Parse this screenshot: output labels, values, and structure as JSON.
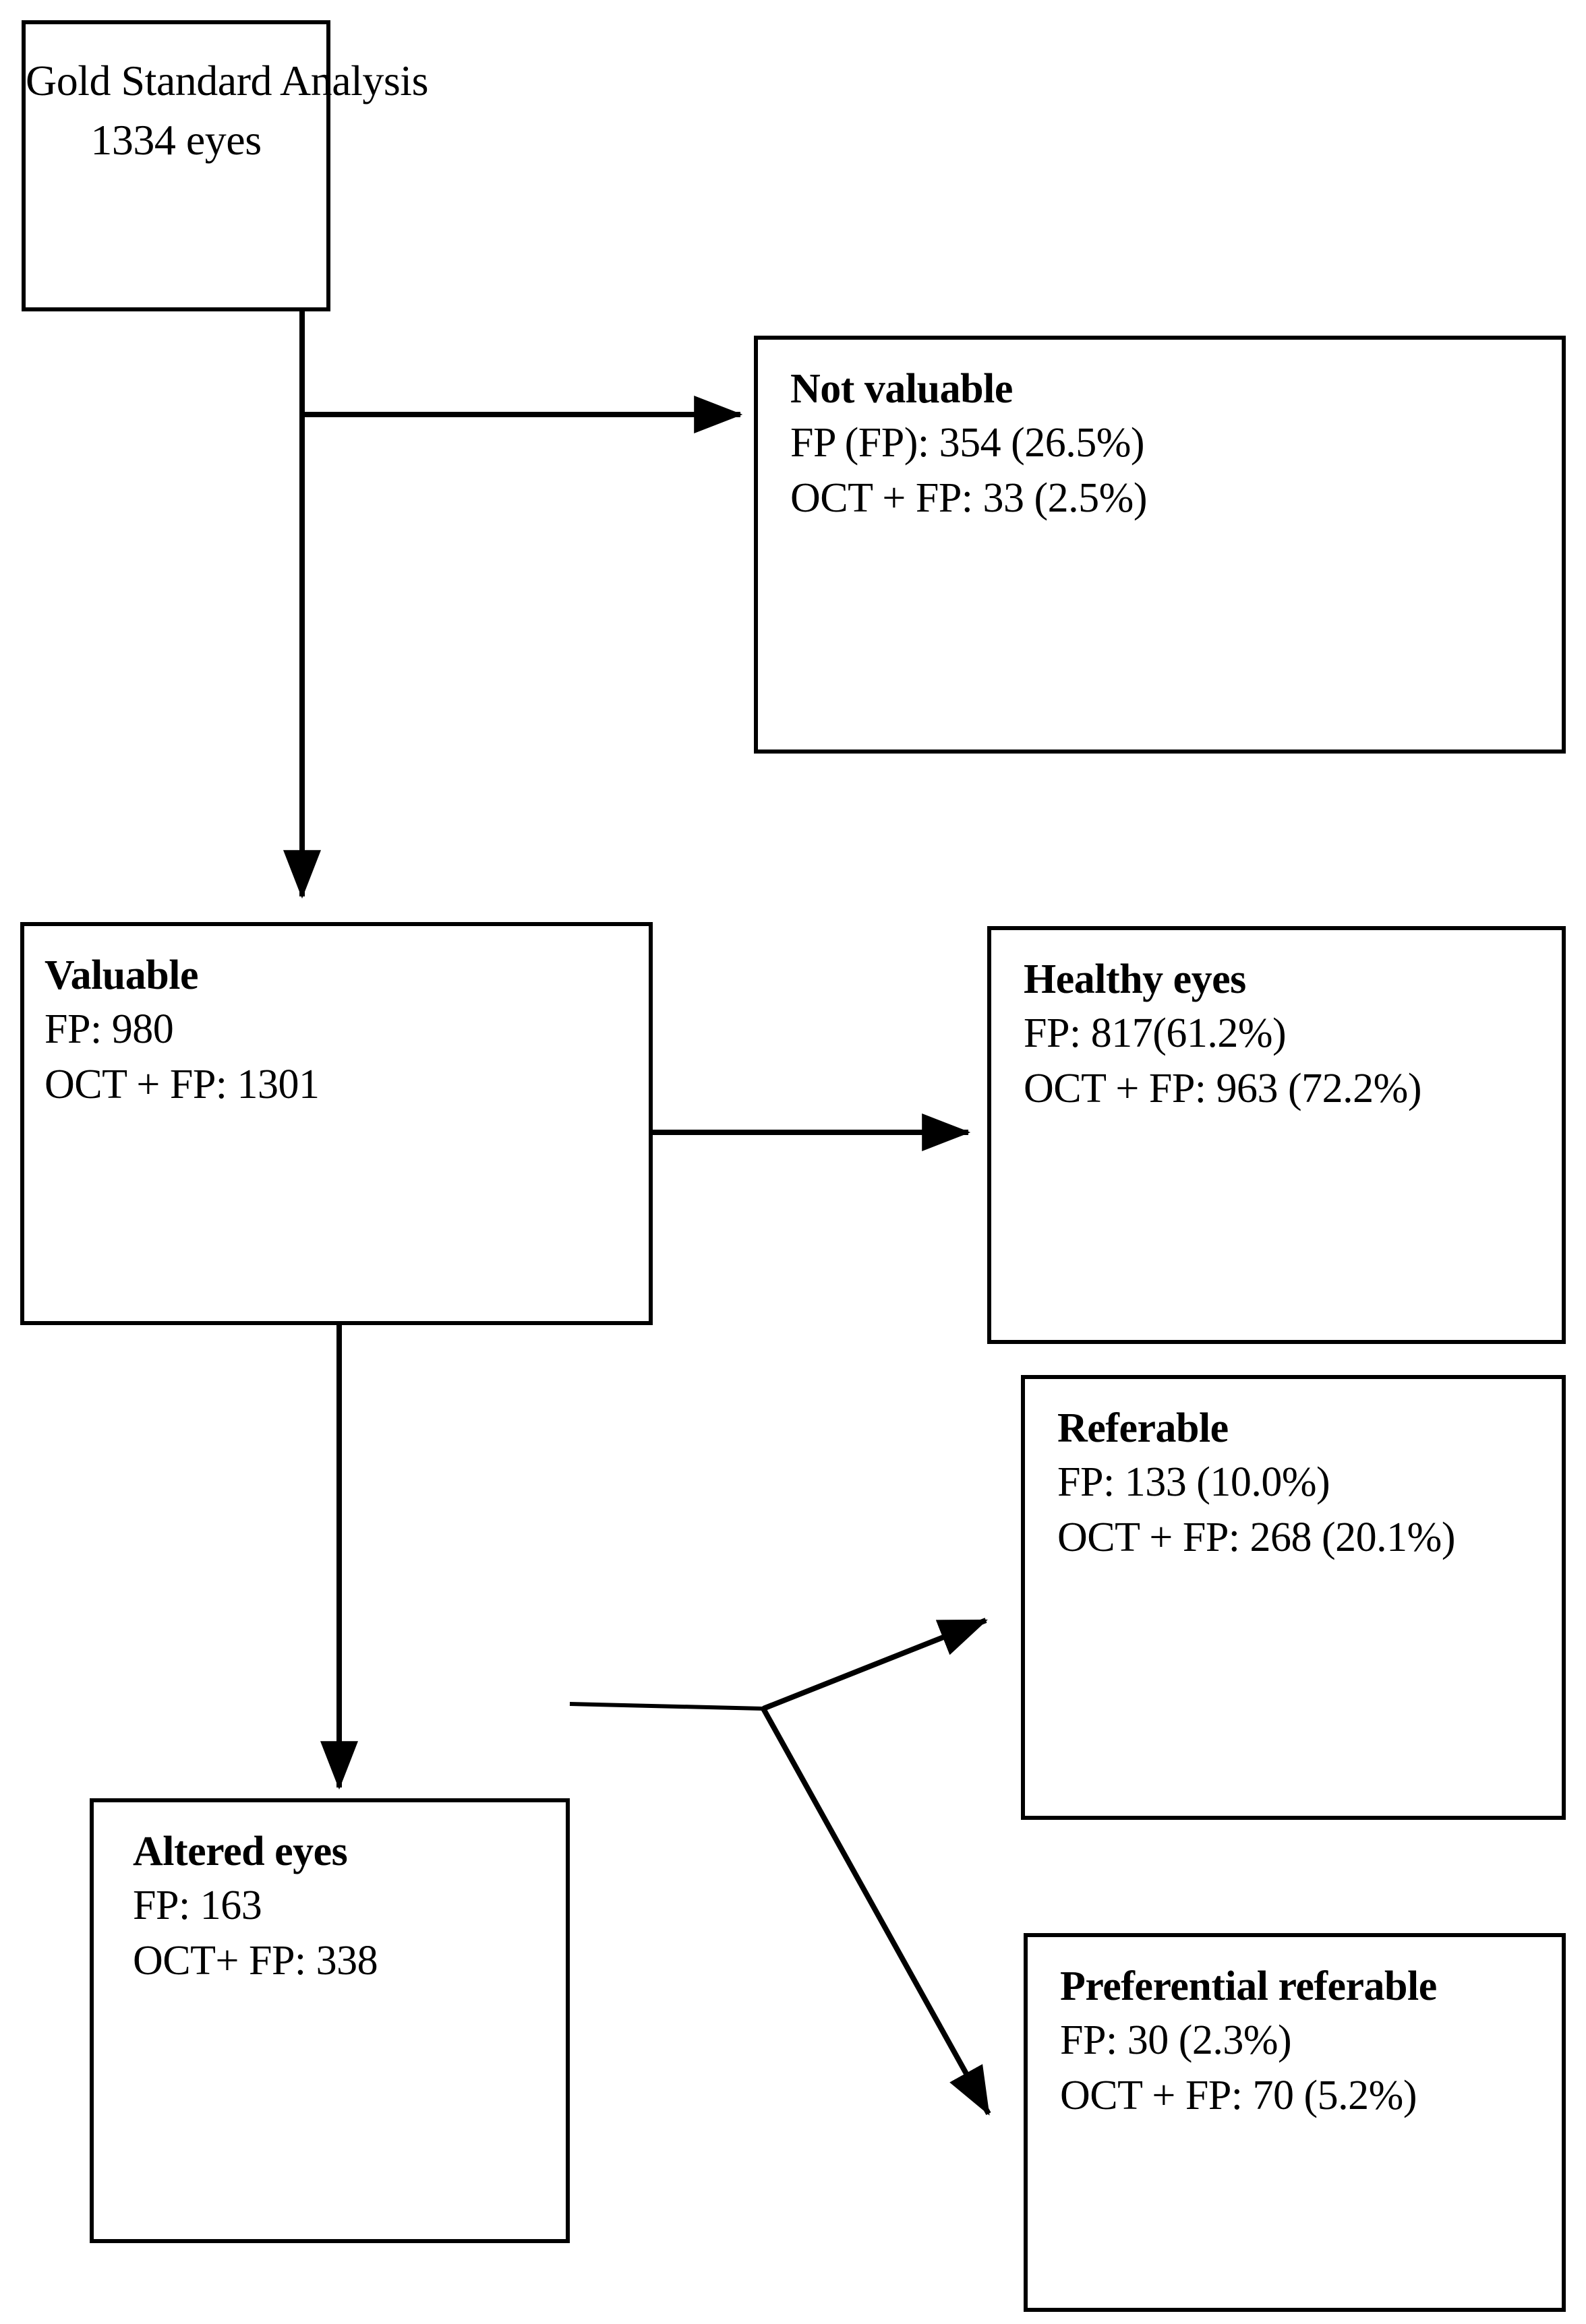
{
  "diagram": {
    "title": "Gold Standard Analysis flow diagram",
    "stroke_color": "#000000",
    "background_color": "#ffffff"
  },
  "nodes": {
    "gold_standard": {
      "line1": "Gold Standard  Analysis",
      "line2": "1334 eyes"
    },
    "not_valuable": {
      "title": "Not valuable",
      "line1": "FP (FP): 354 (26.5%)",
      "line2": "OCT + FP: 33 (2.5%)"
    },
    "valuable": {
      "title": "Valuable",
      "line1": "FP: 980",
      "line2": "OCT + FP: 1301"
    },
    "healthy_eyes": {
      "title": "Healthy eyes",
      "line1": "FP: 817(61.2%)",
      "line2": "OCT + FP: 963 (72.2%)"
    },
    "referable": {
      "title": "Referable",
      "line1": "FP: 133 (10.0%)",
      "line2": "OCT + FP: 268 (20.1%)"
    },
    "altered_eyes": {
      "title": "Altered eyes",
      "line1": "FP: 163",
      "line2": "OCT+ FP: 338"
    },
    "preferential_referable": {
      "title": "Preferential referable",
      "line1": "FP: 30 (2.3%)",
      "line2": "OCT + FP: 70 (5.2%)"
    }
  },
  "connectors": [
    {
      "name": "gold-standard-to-not-valuable",
      "from": "gold_standard",
      "to": "not_valuable",
      "style": "elbow-right"
    },
    {
      "name": "gold-standard-to-valuable",
      "from": "gold_standard",
      "to": "valuable",
      "style": "straight-down"
    },
    {
      "name": "valuable-to-healthy-eyes",
      "from": "valuable",
      "to": "healthy_eyes",
      "style": "straight-right"
    },
    {
      "name": "valuable-to-altered-eyes",
      "from": "valuable",
      "to": "altered_eyes",
      "style": "straight-down"
    },
    {
      "name": "altered-eyes-to-referable",
      "from": "altered_eyes",
      "to": "referable",
      "style": "branch-up-right"
    },
    {
      "name": "altered-eyes-to-preferential-referable",
      "from": "altered_eyes",
      "to": "preferential_referable",
      "style": "branch-down-right"
    }
  ]
}
